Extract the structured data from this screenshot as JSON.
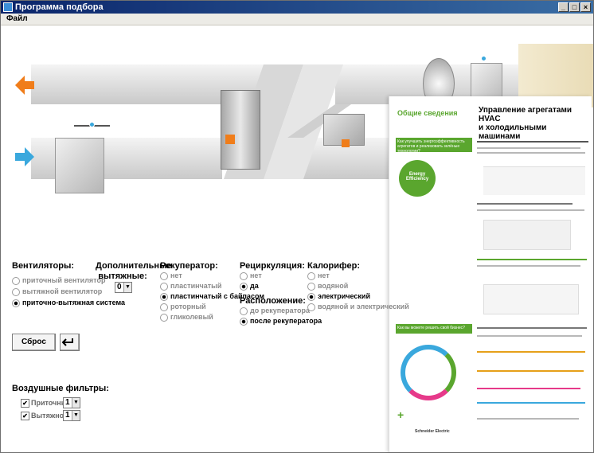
{
  "window": {
    "title": "Программа подбора"
  },
  "menu": {
    "file": "Файл"
  },
  "fans": {
    "title": "Вентиляторы:",
    "options": [
      "приточный вентилятор",
      "вытяжной вентилятор",
      "приточно-вытяжная система"
    ],
    "selected": 2
  },
  "extra_exhaust": {
    "title_line1": "Дополнительные",
    "title_line2": "вытяжные:",
    "value": "0"
  },
  "recuperator": {
    "title": "Рекуператор:",
    "options": [
      "нет",
      "пластинчатый",
      "пластинчатый с байпасом",
      "роторный",
      "гликолевый"
    ],
    "selected": 2
  },
  "recirculation": {
    "title": "Рециркуляция:",
    "options": [
      "нет",
      "да"
    ],
    "selected": 1
  },
  "location": {
    "title": "Расположение:",
    "options": [
      "до рекуператора",
      "после рекуператора"
    ],
    "selected": 1
  },
  "heater": {
    "title": "Калорифер:",
    "options": [
      "нет",
      "водяной",
      "электрический",
      "водяной и электрический"
    ],
    "selected": 2
  },
  "buttons": {
    "reset": "Сброс",
    "back_icon": "undo-arrow-icon"
  },
  "filters": {
    "title": "Воздушные фильтры:",
    "supply_label": "Приточный:",
    "supply_value": "1",
    "exhaust_label": "Вытяжной:",
    "exhaust_value": "1"
  },
  "brochure": {
    "header_left": "Общие сведения",
    "header_right_line1": "Управление агрегатами HVAC",
    "header_right_line2": "и холодильными машинами",
    "green_box1": "Как улучшить энергоэффективность агрегатов и реализовать зелёные технологии?",
    "badge_line1": "Energy",
    "badge_line2": "Efficiency",
    "green_box2": "Как вы можете решить свой бизнес?",
    "footer_brand": "Schneider Electric"
  },
  "colors": {
    "accent_green": "#5aa62e",
    "arrow_orange": "#f07d1a",
    "arrow_blue": "#3aa8dd"
  }
}
